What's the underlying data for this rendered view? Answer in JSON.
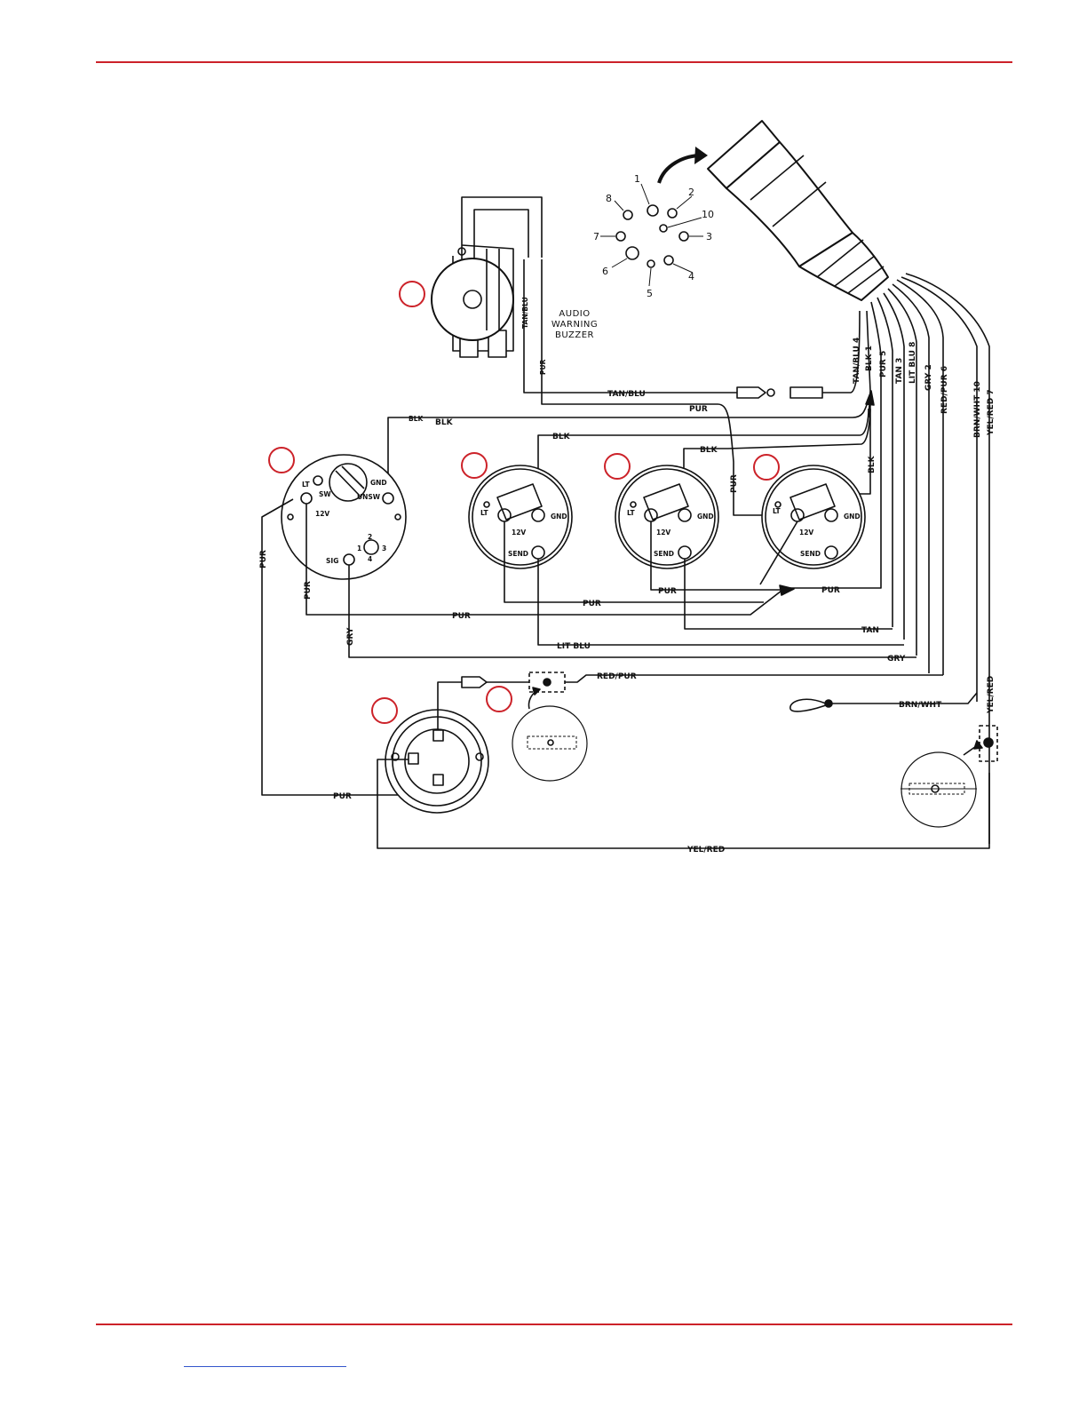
{
  "colors": {
    "rule": "#cc2229",
    "callout": "#cc2229",
    "link": "#3355cc",
    "line": "#111111"
  },
  "buzzer": {
    "title_lines": [
      "AUDIO",
      "WARNING",
      "BUZZER"
    ]
  },
  "connector_pins": [
    "1",
    "2",
    "3",
    "4",
    "5",
    "6",
    "7",
    "8",
    "10"
  ],
  "harness_wires": [
    "TAN/BLU 4",
    "BLK 1",
    "PUR 5",
    "TAN 3",
    "LIT BLU 8",
    "GRY 2",
    "RED/PUR 6",
    "BRN/WHT 10",
    "YEL/RED 7"
  ],
  "wire_labels": {
    "tan_blu": "TAN/BLU",
    "pur": "PUR",
    "blk": "BLK",
    "tan": "TAN",
    "lit_blu": "LIT BLU",
    "gry": "GRY",
    "red_pur": "RED/PUR",
    "brn_wht": "BRN/WHT",
    "yel_red": "YEL/RED"
  },
  "terminals": {
    "lt": "LT",
    "sw": "SW",
    "v12": "12V",
    "gnd": "GND",
    "unsw": "UNSW",
    "sig": "SIG",
    "send": "SEND",
    "n1": "1",
    "n2": "2",
    "n3": "3",
    "n4": "4"
  }
}
